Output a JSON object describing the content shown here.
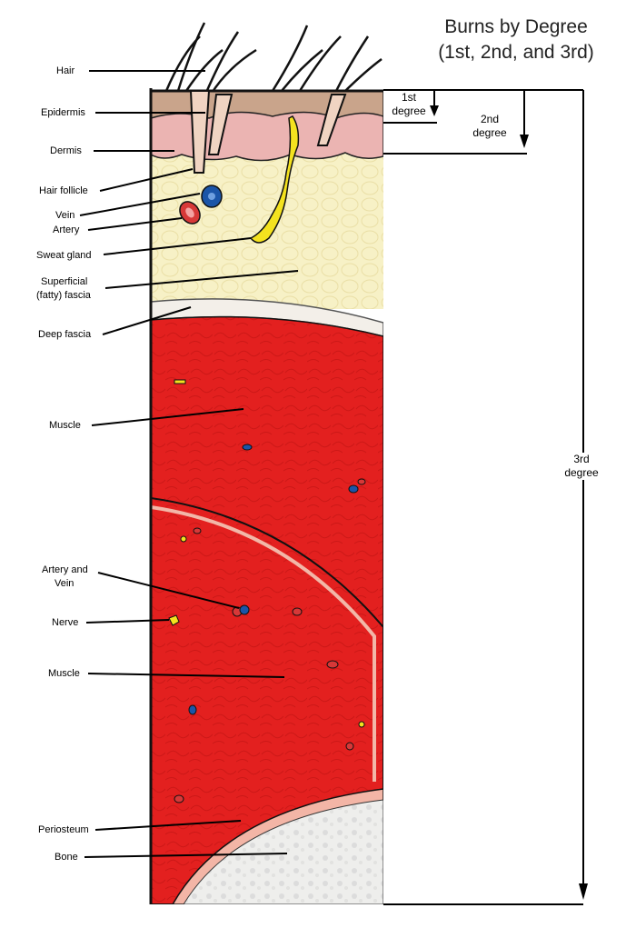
{
  "title": {
    "line1": "Burns by Degree",
    "line2": "(1st, 2nd, and 3rd)"
  },
  "degrees": {
    "first": {
      "line1": "1st",
      "line2": "degree"
    },
    "second": {
      "line1": "2nd",
      "line2": "degree"
    },
    "third": {
      "line1": "3rd",
      "line2": "degree"
    }
  },
  "labels": {
    "hair": "Hair",
    "epidermis": "Epidermis",
    "dermis": "Dermis",
    "hair_follicle": "Hair follicle",
    "vein": "Vein",
    "artery": "Artery",
    "sweat_gland": "Sweat gland",
    "superficial_fascia_1": "Superficial",
    "superficial_fascia_2": "(fatty) fascia",
    "deep_fascia": "Deep fascia",
    "muscle_upper": "Muscle",
    "artery_and_vein_1": "Artery and",
    "artery_and_vein_2": "Vein",
    "nerve": "Nerve",
    "muscle_lower": "Muscle",
    "periosteum": "Periosteum",
    "bone": "Bone"
  },
  "colors": {
    "epidermis": "#c9a58c",
    "dermis": "#e9b1b1",
    "fat": "#f6f0c3",
    "muscle": "#e4201e",
    "fascia": "#f0ece6",
    "bone": "#ececea",
    "vein": "#1b55a8",
    "artery": "#d73838",
    "nerve": "#f4e21f"
  }
}
